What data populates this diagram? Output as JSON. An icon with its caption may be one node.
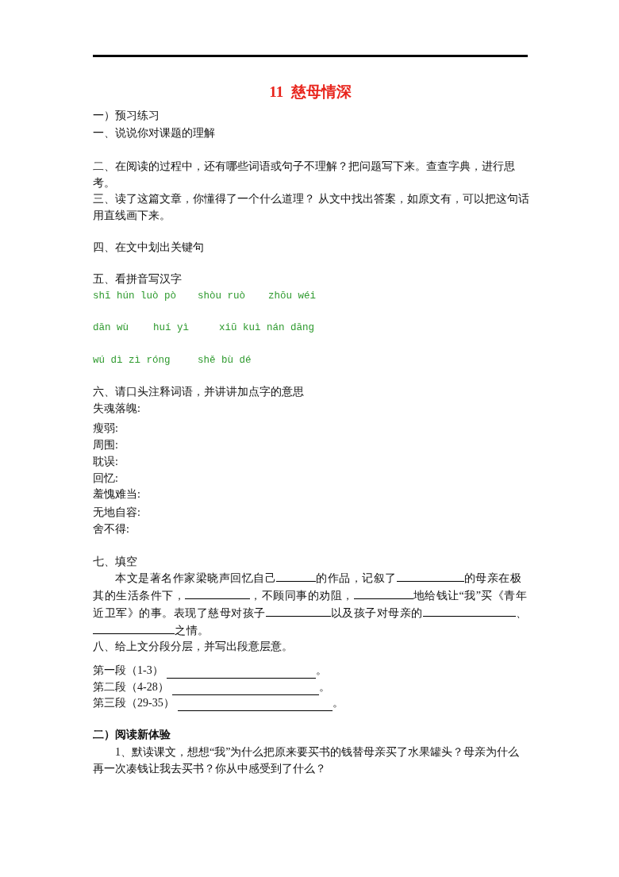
{
  "diagram": {
    "title": "11  慈母情深",
    "labels": [
      "一）预习练习",
      "一、说说你对课题的理解",
      "二、在阅读的过程中，还有哪些词语或句子不理解？把问题写下来。查查字典，进行思考。",
      "三、读了这篇文章，你懂得了一个什么道理？ 从文中找出答案，如原文有，可以把这句话用直线画下来。",
      "四、在文中划出关键句",
      "五、看拼音写汉字",
      "shī hún luò pò",
      "shòu ruò",
      "zhōu wéi",
      "dān wù",
      "huí yì",
      "xiū kuì nán dāng",
      "wú dì zì róng",
      "shě bù dé",
      "六、请口头注释词语，并讲讲加点字的意思",
      "失魂落魄:",
      "瘦弱:",
      "周围:",
      "耽误:",
      "回忆:",
      "羞愧难当:",
      "无地自容:",
      "舍不得:",
      "七、填空",
      "本文是著名作家梁晓声回忆自己",
      "的作品，记叙了",
      "的母亲在极其的生活条件下，",
      "，不顾同事的劝阻，",
      "地给钱让“我”买《青年近卫军》的事。表现了慈母对孩子",
      "以及孩子对母亲的",
      "、",
      "之情。",
      "八、给上文分段分层，并写出段意层意。",
      "第一段（1-3）",
      "。",
      "第二段（4-28）",
      "。",
      "第三段（29-35）",
      "。",
      "二）阅读新体验",
      "1、默读课文，想想“我”为什么把原来要买书的钱替母亲买了水果罐头？母亲为什么再一次凑钱让我去买书？你从中感受到了什么？"
    ]
  }
}
